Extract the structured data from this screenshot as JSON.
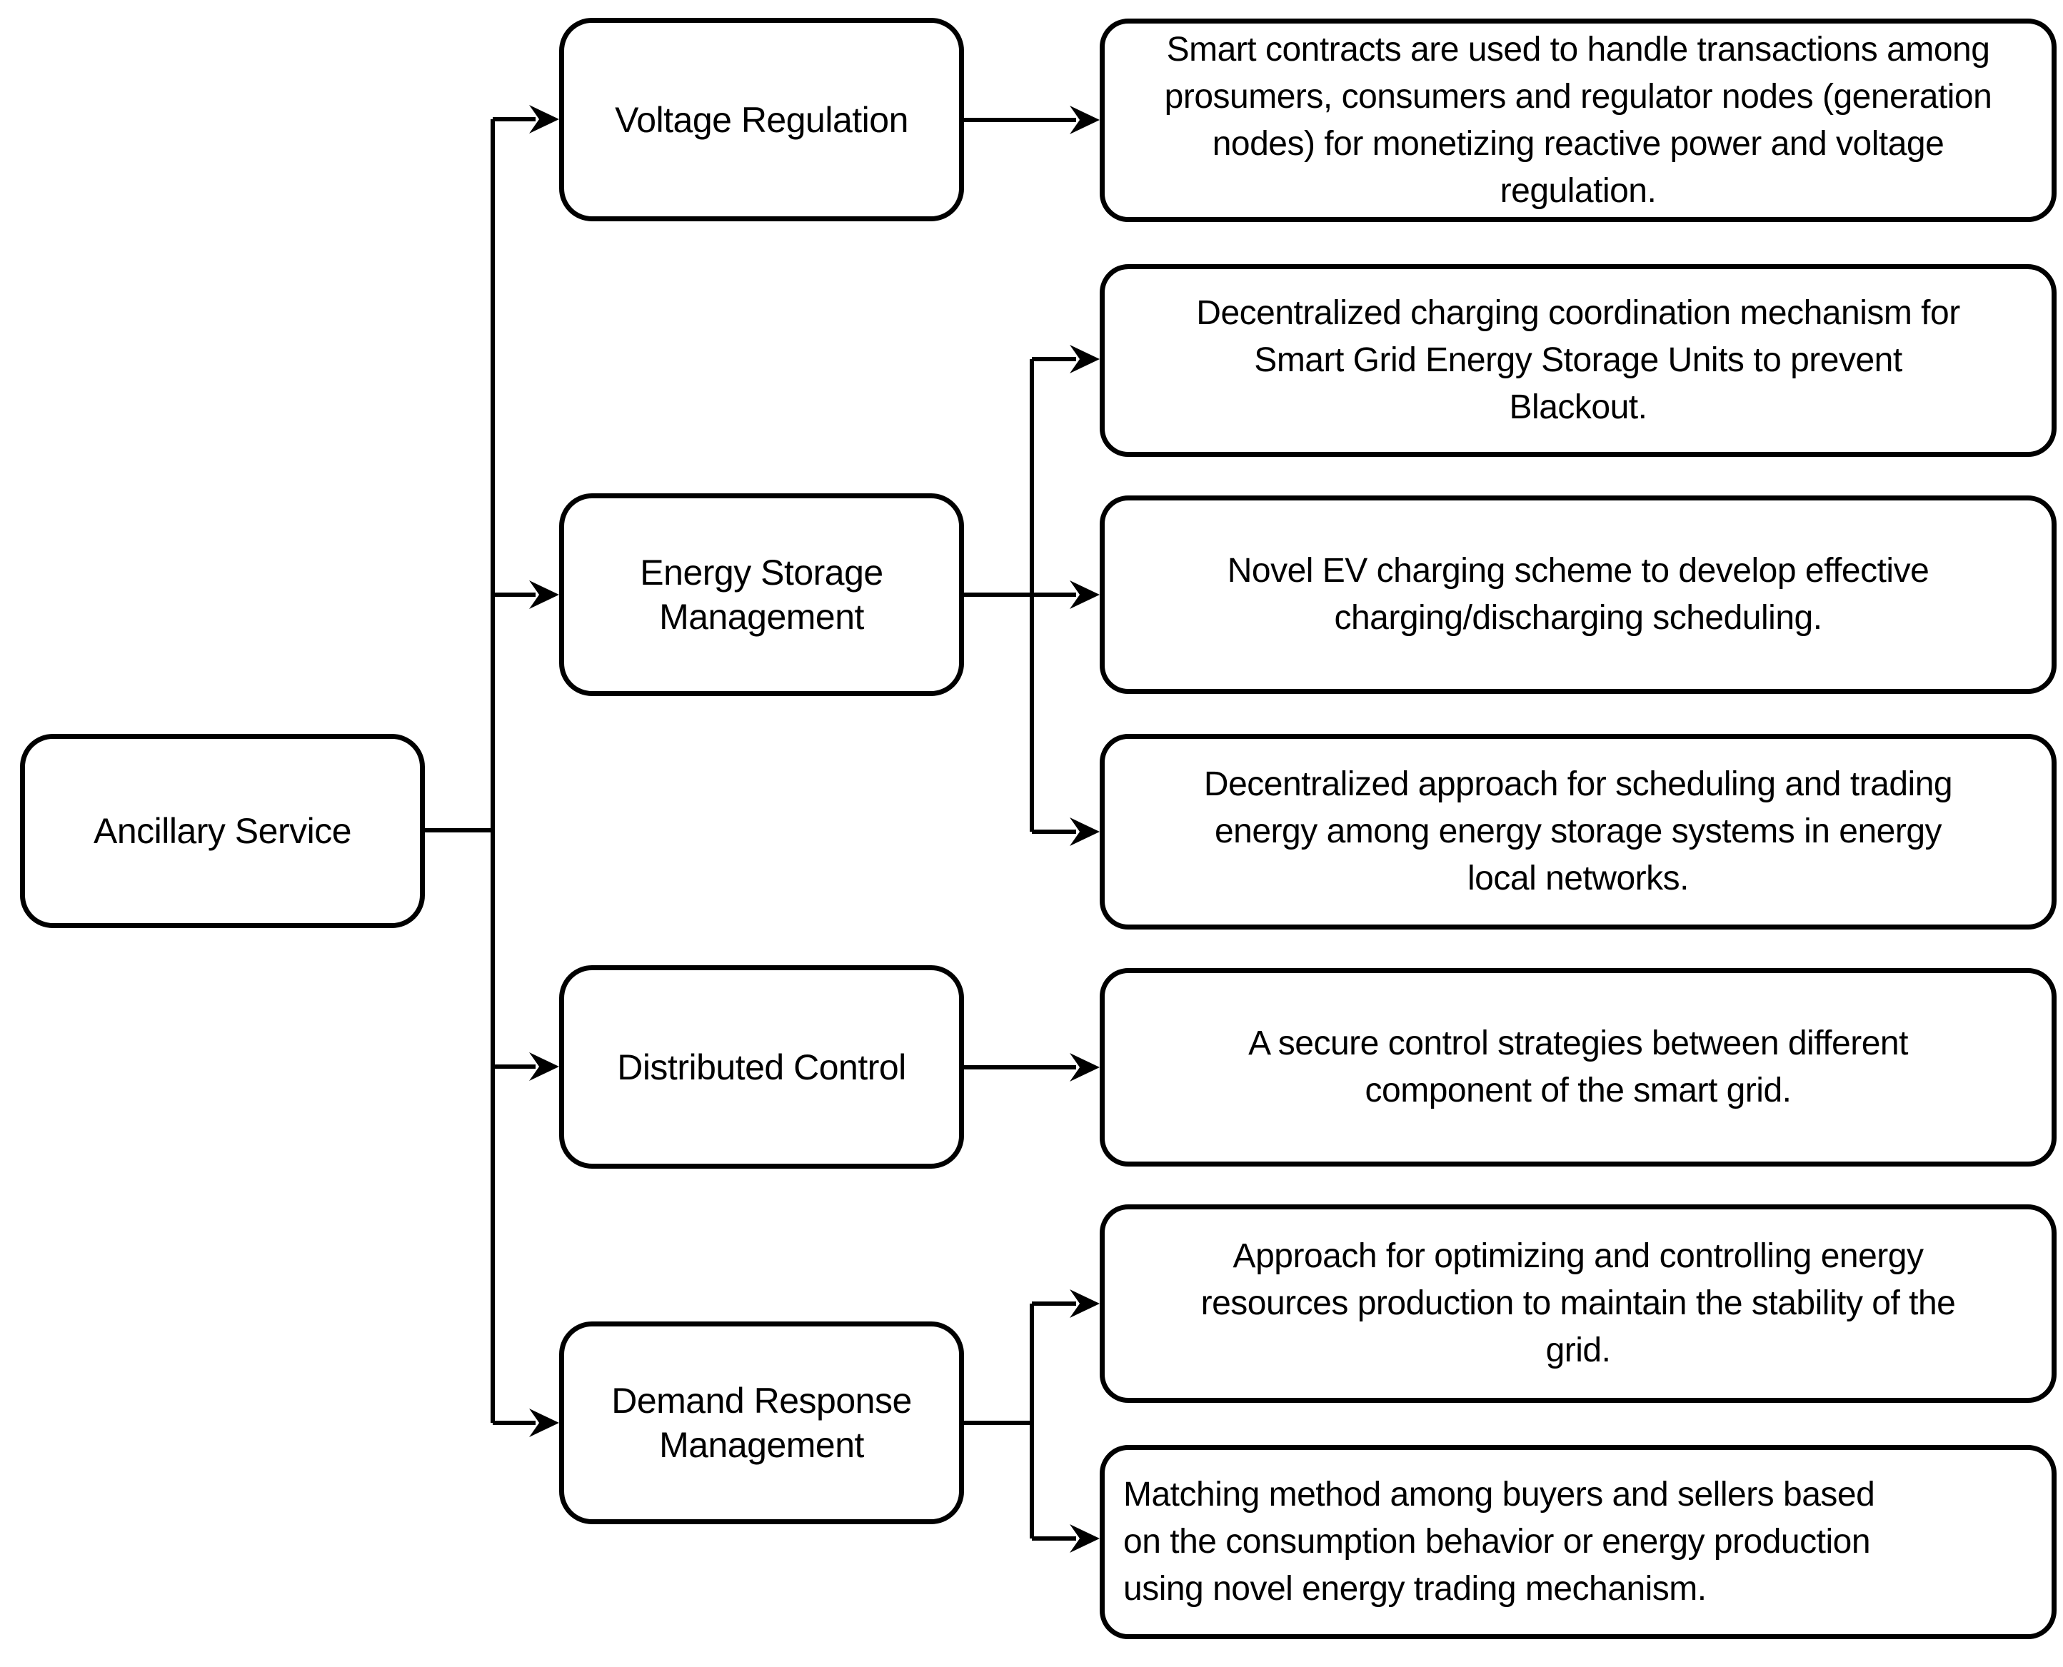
{
  "colors": {
    "ink": "#000000",
    "paper": "#ffffff"
  },
  "diagram": {
    "root": {
      "label": "Ancillary Service"
    },
    "branches": [
      {
        "label": "Voltage Regulation",
        "outcomes": [
          "Smart contracts are used to handle transactions among\nprosumers, consumers and regulator nodes (generation\nnodes) for monetizing reactive power and voltage\nregulation."
        ]
      },
      {
        "label": "Energy Storage Management",
        "outcomes": [
          "Decentralized charging coordination mechanism for\nSmart Grid Energy Storage Units to prevent\nBlackout.",
          "Novel EV charging scheme to develop effective\ncharging/discharging scheduling.",
          "Decentralized approach for scheduling and trading\nenergy among energy storage systems in energy\nlocal networks."
        ]
      },
      {
        "label": "Distributed Control",
        "outcomes": [
          "A secure control strategies between different\ncomponent of the smart grid."
        ]
      },
      {
        "label": "Demand Response Management",
        "outcomes": [
          "Approach for optimizing and controlling energy\nresources production to maintain the stability of the\ngrid.",
          "Matching method among buyers and sellers based\non the consumption behavior or energy production\nusing novel energy trading mechanism."
        ]
      }
    ]
  }
}
